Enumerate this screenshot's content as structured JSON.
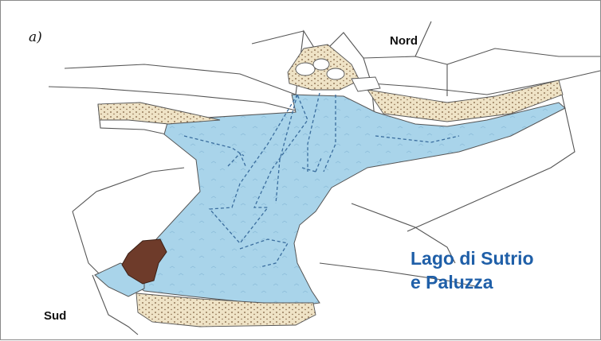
{
  "panel_label": "a)",
  "north_label": "Nord",
  "south_label": "Sud",
  "lake_name": {
    "line1": "Lago di Sutrio",
    "line2": "e Paluzza"
  },
  "colors": {
    "lake_fill": "#a9d4ea",
    "lake_label": "#1f5fa8",
    "outcrop_fill": "#6e3b2a",
    "sediment_fill": "#efe3c6",
    "outline": "#555555",
    "flow_arrows": "#3a6d9e"
  }
}
